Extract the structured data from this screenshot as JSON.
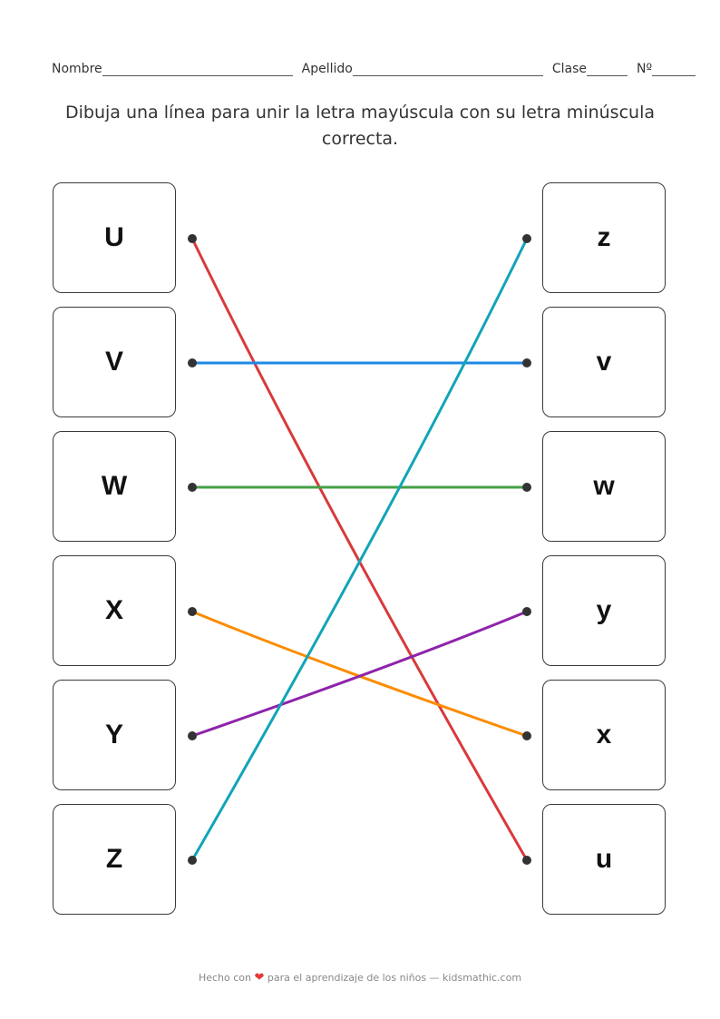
{
  "header": {
    "name_label": "Nombre",
    "surname_label": "Apellido",
    "class_label": "Clase",
    "number_label": "Nº"
  },
  "instructions": "Dibuja una línea para unir la letra mayúscula con su letra minúscula correcta.",
  "left_letters": [
    "U",
    "V",
    "W",
    "X",
    "Y",
    "Z"
  ],
  "right_letters": [
    "z",
    "v",
    "w",
    "y",
    "x",
    "u"
  ],
  "connections": [
    {
      "from": "U",
      "to": "u",
      "color": "#d93a3a"
    },
    {
      "from": "V",
      "to": "v",
      "color": "#1e88e5"
    },
    {
      "from": "W",
      "to": "w",
      "color": "#43a047"
    },
    {
      "from": "X",
      "to": "x",
      "color": "#fb8c00"
    },
    {
      "from": "Y",
      "to": "y",
      "color": "#8e24aa"
    },
    {
      "from": "Z",
      "to": "z",
      "color": "#12a4b8"
    }
  ],
  "footer": {
    "before": "Hecho con",
    "heart_icon": "heart-icon",
    "after": "para el aprendizaje de los niños — kidsmathic.com"
  }
}
